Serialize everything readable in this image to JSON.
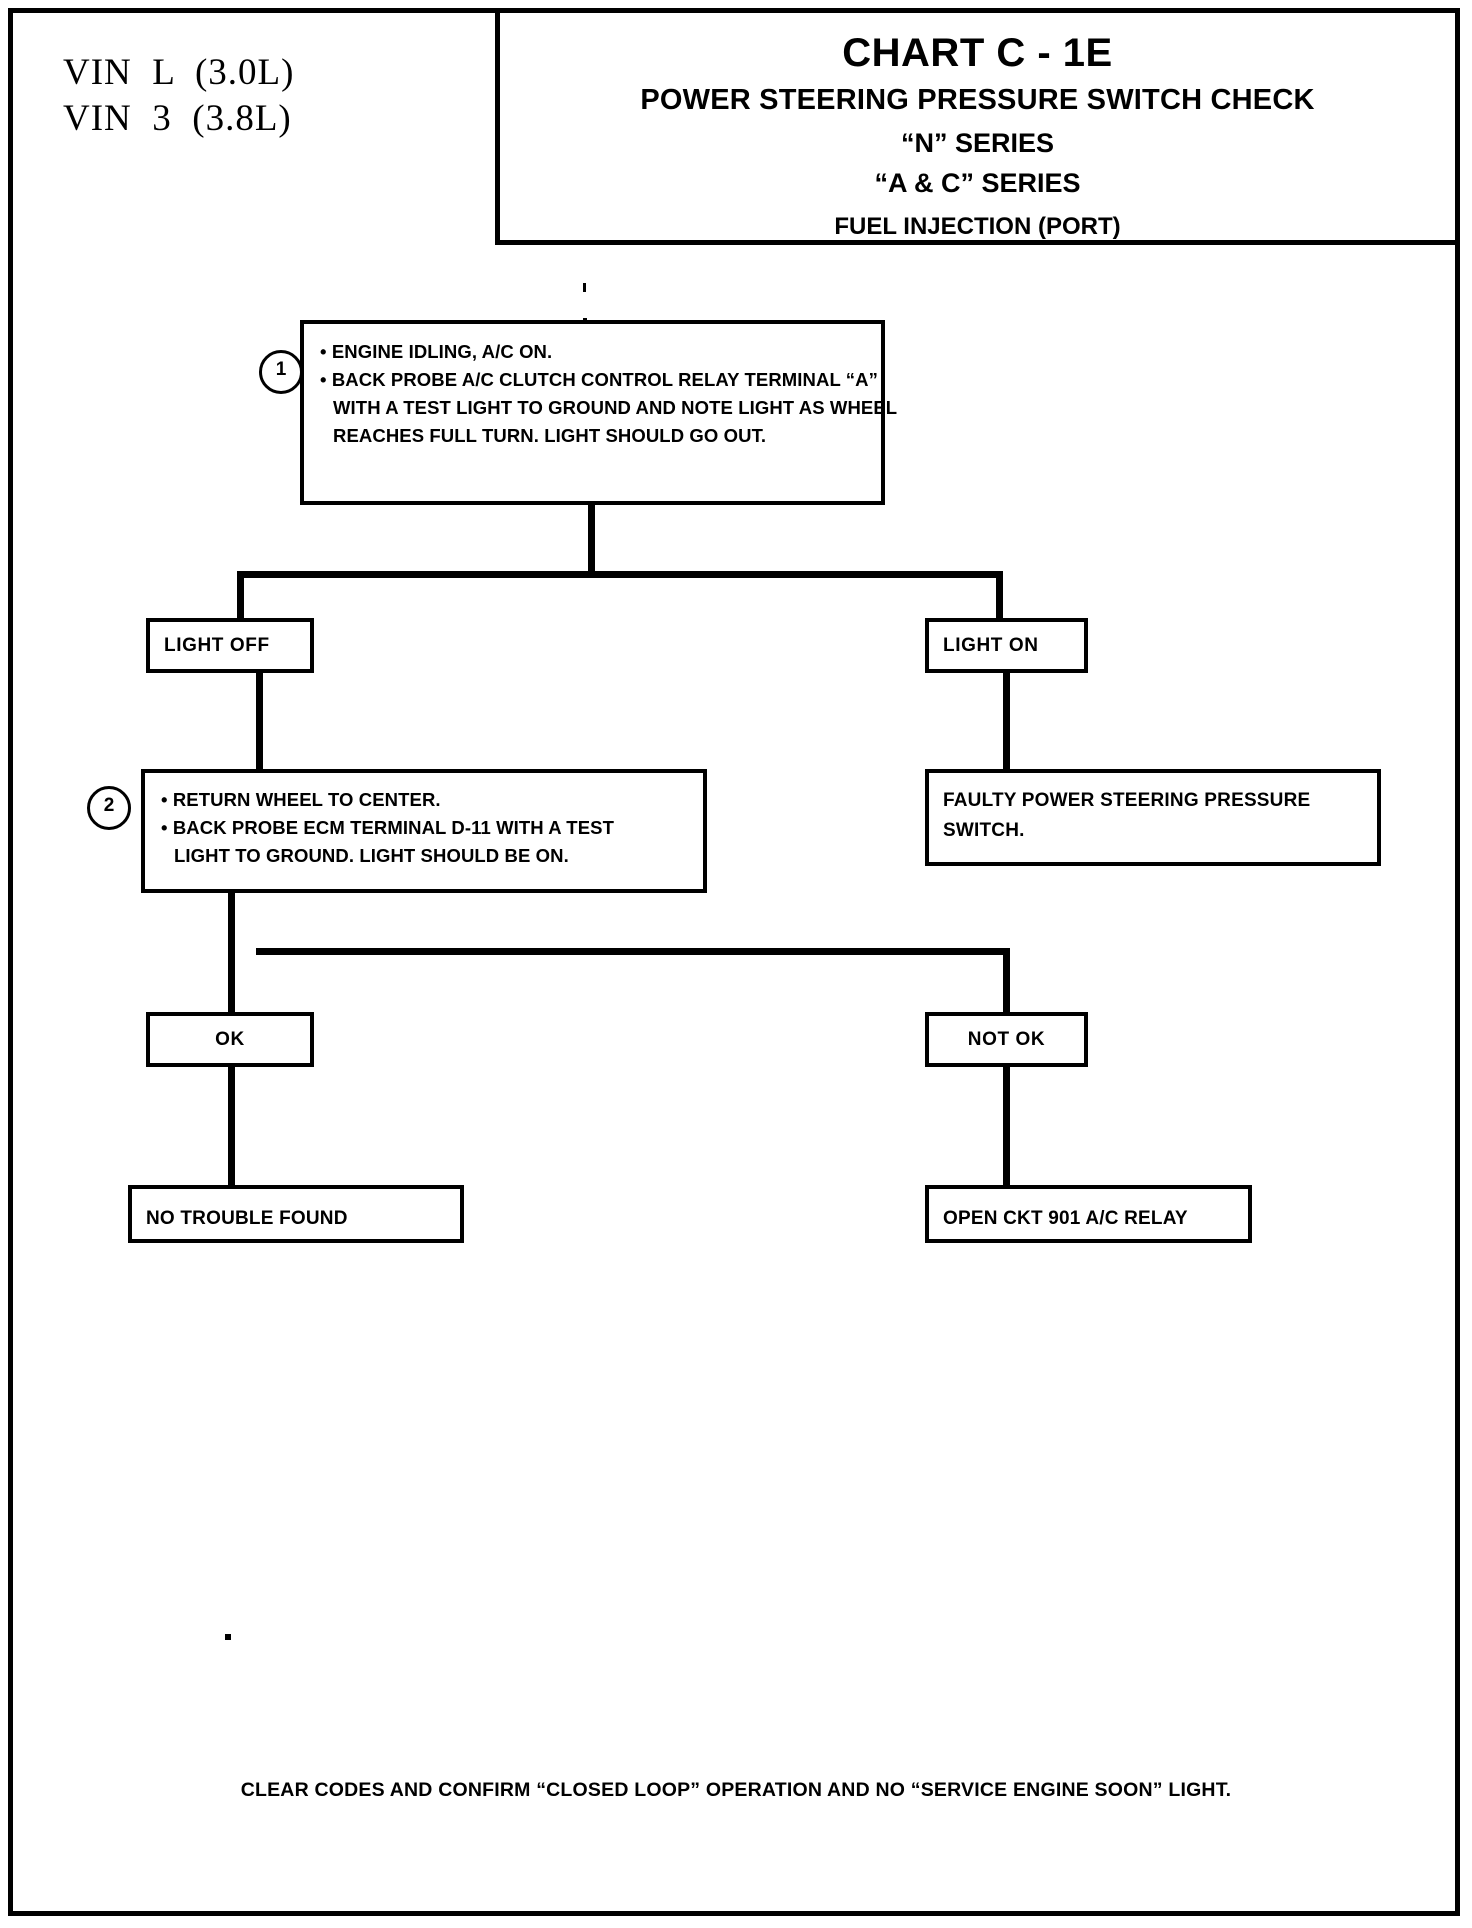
{
  "header": {
    "vin_line_1": "VIN  L  (3.0L)",
    "vin_line_2": "VIN  3  (3.8L)",
    "chart_number": "CHART C - 1E",
    "chart_title": "POWER STEERING PRESSURE SWITCH CHECK",
    "series_1": "“N” SERIES",
    "series_2": "“A & C” SERIES",
    "system": "FUEL INJECTION (PORT)"
  },
  "flow": {
    "step1": {
      "number": "1",
      "line1": "• ENGINE IDLING, A/C ON.",
      "line2": "• BACK PROBE A/C CLUTCH CONTROL RELAY TERMINAL “A”",
      "line3": "WITH A TEST LIGHT TO GROUND AND NOTE LIGHT AS WHEEL",
      "line4": "REACHES FULL TURN. LIGHT SHOULD GO OUT."
    },
    "light_off": "LIGHT OFF",
    "light_on": "LIGHT ON",
    "step2": {
      "number": "2",
      "line1": "• RETURN WHEEL  TO CENTER.",
      "line2": "• BACK PROBE ECM TERMINAL D-11 WITH A TEST",
      "line3": "LIGHT TO GROUND. LIGHT SHOULD BE ON."
    },
    "faulty_switch": {
      "line1": "FAULTY POWER STEERING PRESSURE",
      "line2": "SWITCH."
    },
    "ok": "OK",
    "not_ok": "NOT OK",
    "no_trouble_found": "NO TROUBLE FOUND",
    "open_ckt": "OPEN CKT 901 A/C RELAY"
  },
  "footer": {
    "note": "CLEAR CODES AND CONFIRM  “CLOSED LOOP” OPERATION AND NO “SERVICE ENGINE SOON” LIGHT."
  },
  "colors": {
    "ink": "#000000",
    "paper": "#ffffff"
  }
}
